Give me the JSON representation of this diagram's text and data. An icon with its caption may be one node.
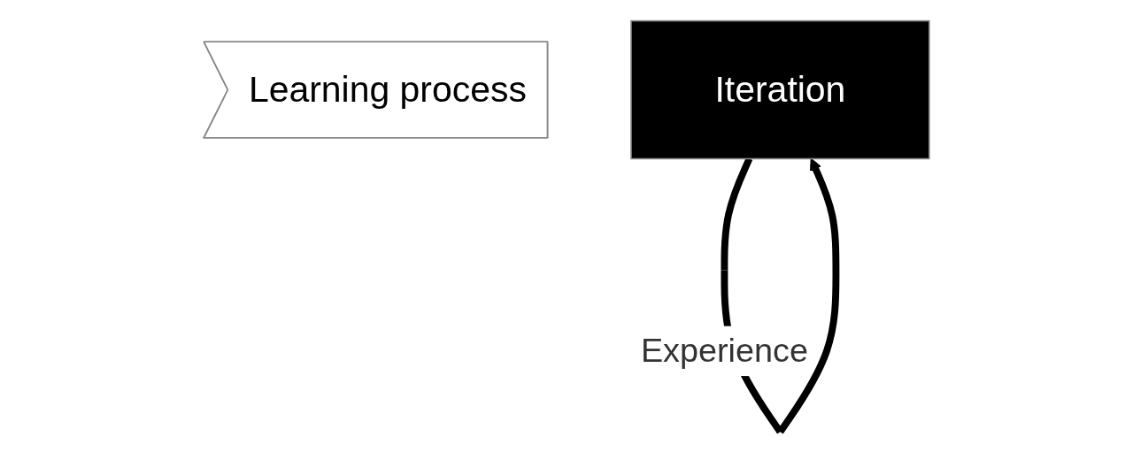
{
  "diagram": {
    "nodes": [
      {
        "text": [
          "Learning process"
        ]
      },
      {
        "text": [
          "Iteration"
        ]
      }
    ],
    "edges": [
      {
        "from": 1,
        "to": 1,
        "arrow": "to",
        "label": "Experience"
      }
    ]
  }
}
